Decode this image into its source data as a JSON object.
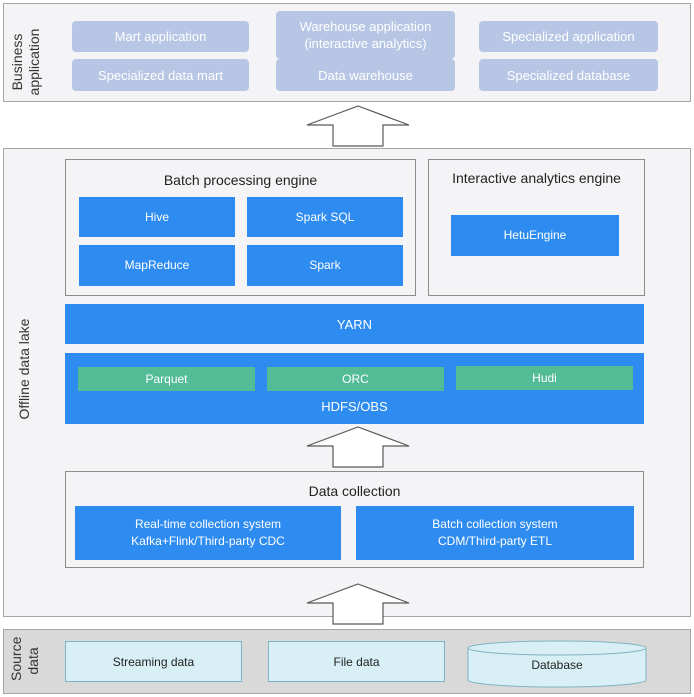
{
  "layers": {
    "business": "Business application",
    "offline": "Offline data lake",
    "source": "Source data"
  },
  "business": {
    "mart_application": "Mart application",
    "warehouse_application_line1": "Warehouse application",
    "warehouse_application_line2": "(interactive analytics)",
    "specialized_application": "Specialized application",
    "specialized_data_mart": "Specialized data mart",
    "data_warehouse": "Data warehouse",
    "specialized_database": "Specialized database"
  },
  "batch": {
    "title": "Batch processing engine",
    "hive": "Hive",
    "spark_sql": "Spark SQL",
    "mapreduce": "MapReduce",
    "spark": "Spark"
  },
  "interactive": {
    "title": "Interactive analytics engine",
    "hetuengine": "HetuEngine"
  },
  "yarn": "YARN",
  "storage": {
    "parquet": "Parquet",
    "orc": "ORC",
    "hudi": "Hudi",
    "hdfs_obs": "HDFS/OBS"
  },
  "collection": {
    "title": "Data collection",
    "realtime_line1": "Real-time collection system",
    "realtime_line2": "Kafka+Flink/Third-party CDC",
    "batch_line1": "Batch collection system",
    "batch_line2": "CDM/Third-party ETL"
  },
  "sources": {
    "streaming": "Streaming data",
    "file": "File data",
    "database": "Database"
  },
  "colors": {
    "blue": "#2e8cf0",
    "green": "#53bc96",
    "light_blue": "#b7c6e4",
    "source_fill": "#d8f0f5"
  }
}
